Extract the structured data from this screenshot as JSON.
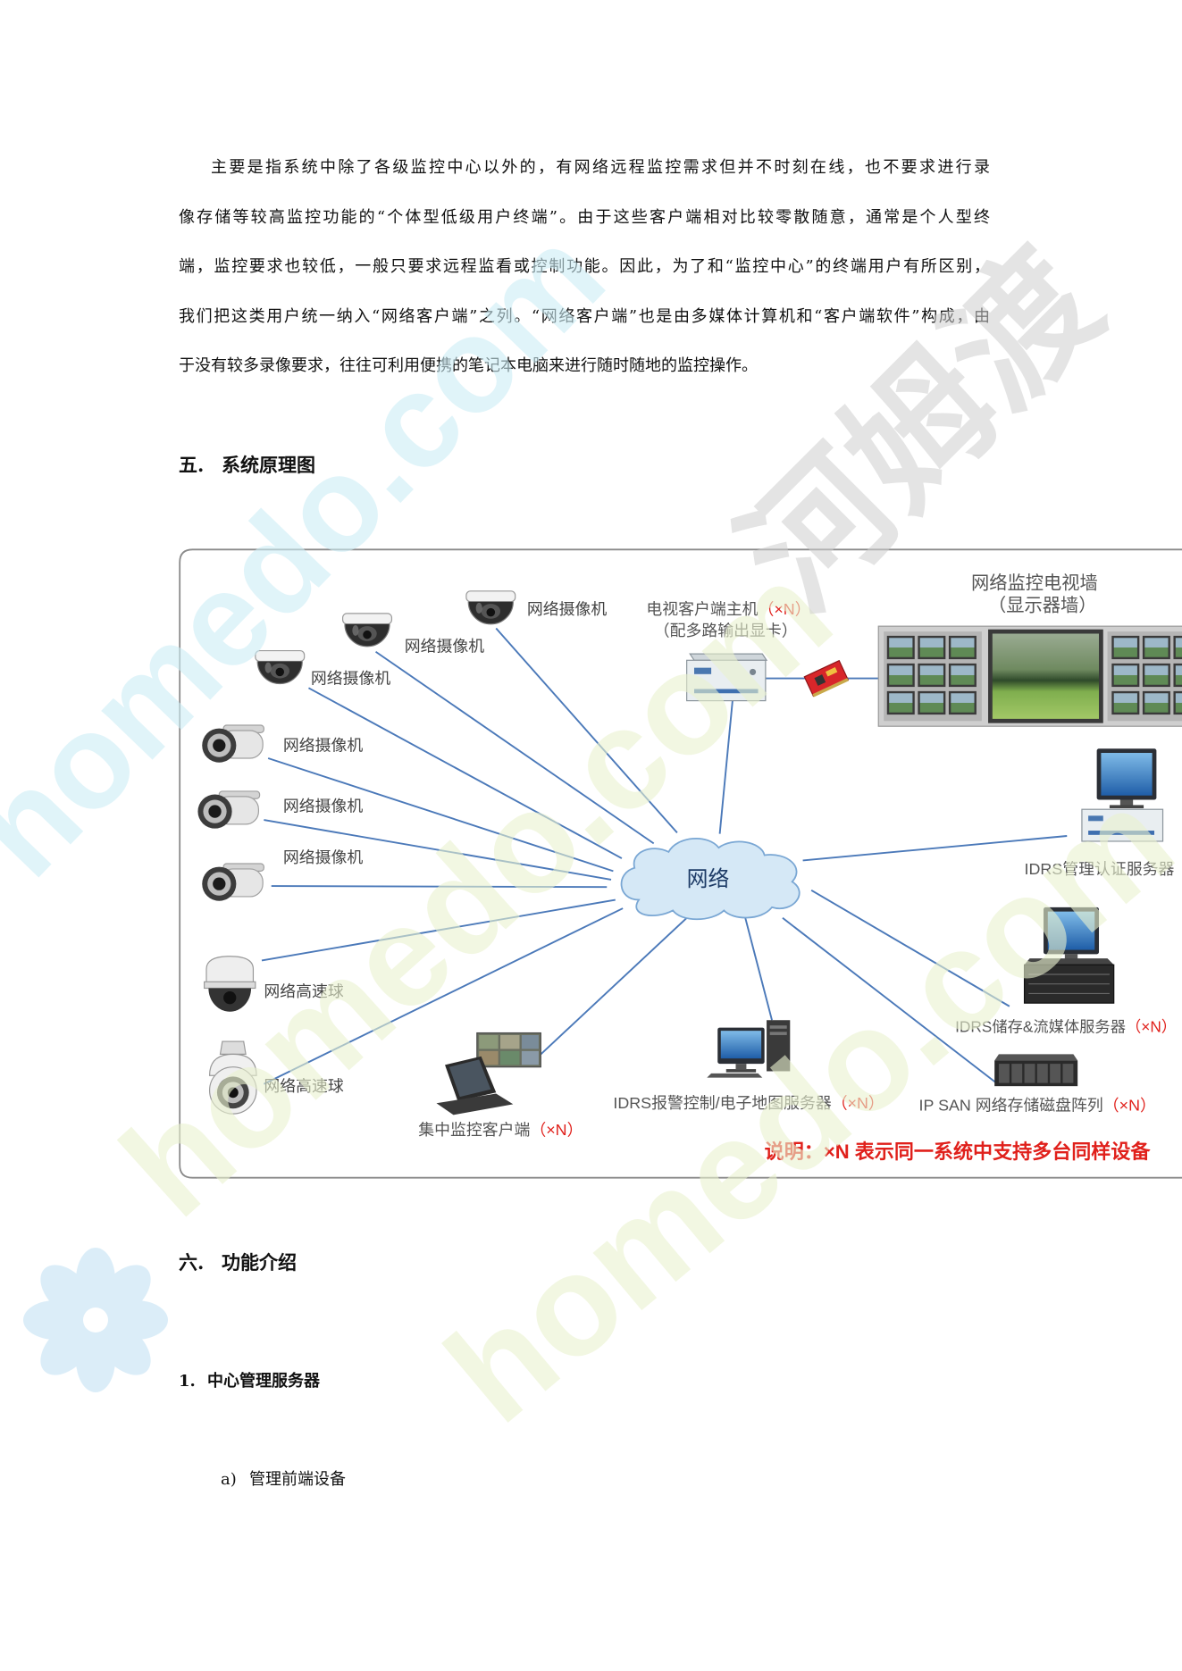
{
  "paragraph": {
    "lines": [
      "主要是指系统中除了各级监控中心以外的，有网络远程监控需求但并不时刻在线，也不要求进行录",
      "像存储等较高监控功能的“个体型低级用户终端”。由于这些客户端相对比较零散随意，通常是个人型终",
      "端，监控要求也较低，一般只要求远程监看或控制功能。因此，为了和“监控中心”的终端用户有所区别，",
      "我们把这类用户统一纳入“网络客户端”之列。“网络客户端”也是由多媒体计算机和“客户端软件”构成，由",
      "于没有较多录像要求，往往可利用便携的笔记本电脑来进行随时随地的监控操作。"
    ]
  },
  "section5": {
    "number": "五.",
    "title": "系统原理图"
  },
  "diagram": {
    "cloud_label": "网络",
    "cameras": [
      {
        "label": "网络摄像机"
      },
      {
        "label": "网络摄像机"
      },
      {
        "label": "网络摄像机"
      },
      {
        "label": "网络摄像机"
      },
      {
        "label": "网络摄像机"
      },
      {
        "label": "网络摄像机"
      }
    ],
    "speed_domes": [
      {
        "label": "网络高速球"
      },
      {
        "label": "网络高速球"
      }
    ],
    "tv_client_host": {
      "label": "电视客户端主机",
      "multiplier": "（×N）",
      "note": "（配多路输出显卡）"
    },
    "tv_wall": {
      "label": "网络监控电视墙",
      "sublabel": "（显示器墙）"
    },
    "auth_server": {
      "label": "IDRS管理认证服务器"
    },
    "storage_server": {
      "label": "IDRS储存&流媒体服务器",
      "multiplier": "（×N）"
    },
    "ip_san": {
      "label": "IP SAN 网络存储磁盘阵列",
      "multiplier": "（×N）"
    },
    "alarm_server": {
      "label": "IDRS报警控制/电子地图服务器",
      "multiplier": "（×N）"
    },
    "monitoring_client": {
      "label": "集中监控客户端",
      "multiplier": "（×N）"
    },
    "legend_note": "说明：×N 表示同一系统中支持多台同样设备",
    "colors": {
      "link": "#4b79b9",
      "highlight": "#e0201b",
      "cloud_fill": "#d5e8f6",
      "frame": "#8a8a8a"
    }
  },
  "section6": {
    "number": "六.",
    "title": "功能介绍"
  },
  "subsection1": {
    "number": "1.",
    "title": "中心管理服务器"
  },
  "item_a": {
    "number": "a)",
    "title": "管理前端设备"
  },
  "watermark": {
    "site": "homedo.com",
    "brand": "河姆渡"
  }
}
